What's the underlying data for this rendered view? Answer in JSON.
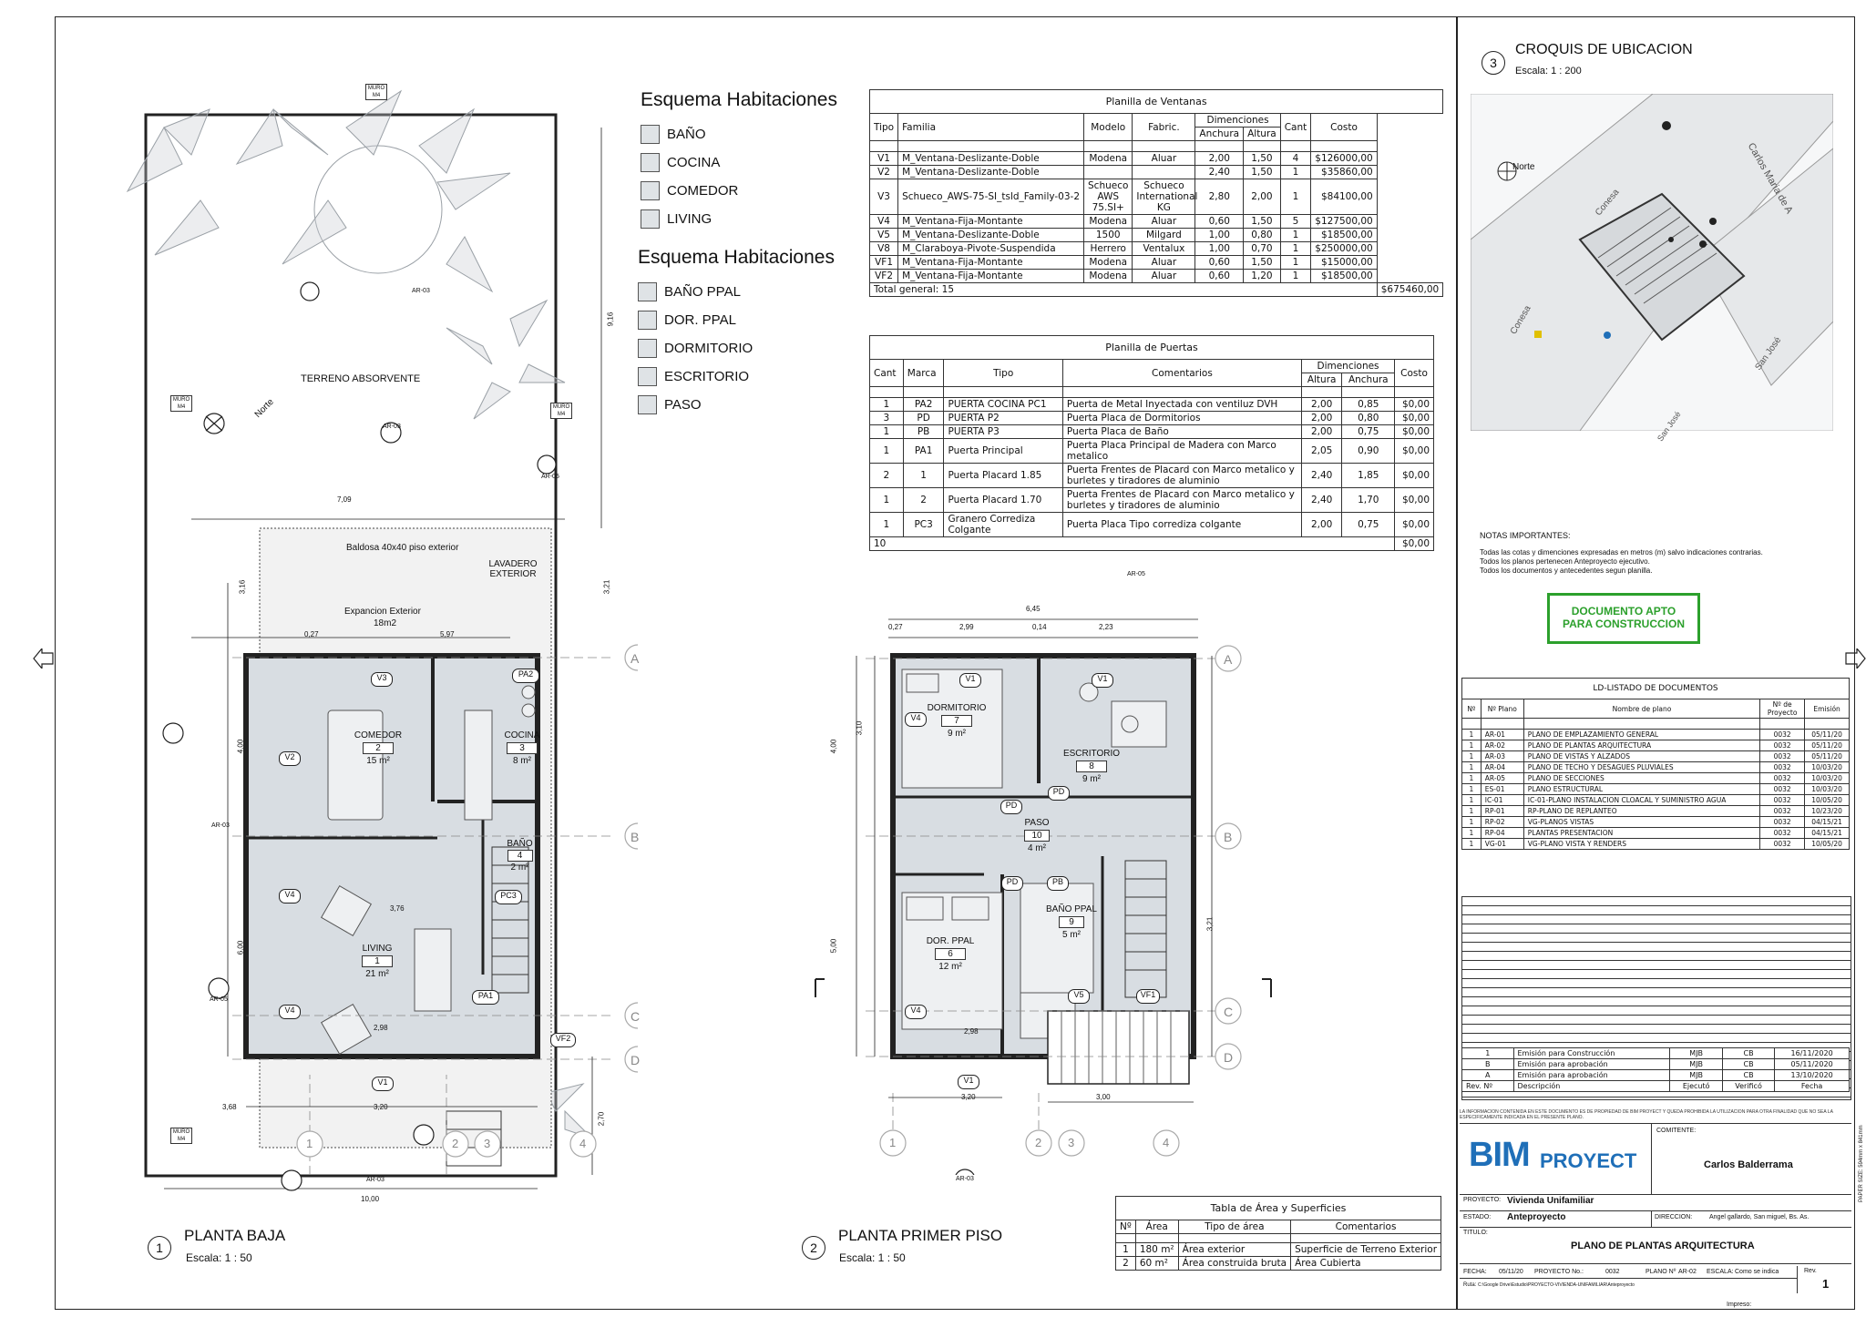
{
  "legend1": {
    "title": "Esquema Habitaciones",
    "items": [
      "BAÑO",
      "COCINA",
      "COMEDOR",
      "LIVING"
    ]
  },
  "legend2": {
    "title": "Esquema Habitaciones",
    "items": [
      "BAÑO PPAL",
      "DOR. PPAL",
      "DORMITORIO",
      "ESCRITORIO",
      "PASO"
    ]
  },
  "windows_schedule": {
    "title": "Planilla de Ventanas",
    "headers": [
      "Tipo",
      "Familia",
      "Modelo",
      "Fabric.",
      "Dimenciones",
      "Anchura",
      "Altura",
      "Cant",
      "Costo"
    ],
    "rows": [
      [
        "V1",
        "M_Ventana-Deslizante-Doble",
        "Modena",
        "Aluar",
        "2,00",
        "1,50",
        "4",
        "$126000,00"
      ],
      [
        "V2",
        "M_Ventana-Deslizante-Doble",
        "",
        "",
        "2,40",
        "1,50",
        "1",
        "$35860,00"
      ],
      [
        "V3",
        "Schueco_AWS-75-SI_tsld_Family-03-2",
        "Schueco AWS 75.SI+",
        "Schueco International KG",
        "2,80",
        "2,00",
        "1",
        "$84100,00"
      ],
      [
        "V4",
        "M_Ventana-Fija-Montante",
        "Modena",
        "Aluar",
        "0,60",
        "1,50",
        "5",
        "$127500,00"
      ],
      [
        "V5",
        "M_Ventana-Deslizante-Doble",
        "1500",
        "Milgard",
        "1,00",
        "0,80",
        "1",
        "$18500,00"
      ],
      [
        "V8",
        "M_Claraboya-Pivote-Suspendida",
        "Herrero",
        "Ventalux",
        "1,00",
        "0,70",
        "1",
        "$250000,00"
      ],
      [
        "VF1",
        "M_Ventana-Fija-Montante",
        "Modena",
        "Aluar",
        "0,60",
        "1,50",
        "1",
        "$15000,00"
      ],
      [
        "VF2",
        "M_Ventana-Fija-Montante",
        "Modena",
        "Aluar",
        "0,60",
        "1,20",
        "1",
        "$18500,00"
      ]
    ],
    "total_label": "Total general: 15",
    "total_value": "$675460,00"
  },
  "doors_schedule": {
    "title": "Planilla de Puertas",
    "headers": [
      "Cant",
      "Marca",
      "Tipo",
      "Comentarios",
      "Dimenciones",
      "Altura",
      "Anchura",
      "Costo"
    ],
    "rows": [
      [
        "1",
        "PA2",
        "PUERTA COCINA PC1",
        "Puerta de Metal Inyectada con ventiluz DVH",
        "2,00",
        "0,85",
        "$0,00"
      ],
      [
        "3",
        "PD",
        "PUERTA P2",
        "Puerta Placa de Dormitorios",
        "2,00",
        "0,80",
        "$0,00"
      ],
      [
        "1",
        "PB",
        "PUERTA P3",
        "Puerta Placa de Baño",
        "2,00",
        "0,75",
        "$0,00"
      ],
      [
        "1",
        "PA1",
        "Puerta Principal",
        "Puerta Placa Principal de Madera con Marco metalico",
        "2,05",
        "0,90",
        "$0,00"
      ],
      [
        "2",
        "1",
        "Puerta Placard 1.85",
        "Puerta Frentes de Placard con Marco metalico y burletes y tiradores de aluminio",
        "2,40",
        "1,85",
        "$0,00"
      ],
      [
        "1",
        "2",
        "Puerta Placard 1.70",
        "Puerta Frentes de Placard con Marco metalico y burletes y tiradores de aluminio",
        "2,40",
        "1,70",
        "$0,00"
      ],
      [
        "1",
        "PC3",
        "Granero Corrediza Colgante",
        "Puerta Placa Tipo corrediza colgante",
        "2,00",
        "0,75",
        "$0,00"
      ]
    ],
    "total_label": "10",
    "total_value": "$0,00"
  },
  "area_table": {
    "title": "Tabla de Área y Superficies",
    "headers": [
      "Nº",
      "Área",
      "Tipo de área",
      "Comentarios"
    ],
    "rows": [
      [
        "1",
        "180 m²",
        "Área exterior",
        "Superficie de Terreno Exterior"
      ],
      [
        "2",
        "60 m²",
        "Área construida bruta",
        "Área Cubierta"
      ]
    ]
  },
  "plan1": {
    "number": "1",
    "title": "PLANTA BAJA",
    "scale": "Escala:  1 : 50",
    "terrain": "TERRENO ABSORVENTE",
    "north": "Norte",
    "baldosa": "Baldosa 40x40 piso exterior",
    "lavadero": "LAVADERO EXTERIOR",
    "expansion": "Expancion Exterior",
    "expansion_area": "18m2",
    "rooms": [
      {
        "name": "COMEDOR",
        "num": "2",
        "area": "15 m²"
      },
      {
        "name": "COCINA",
        "num": "3",
        "area": "8 m²"
      },
      {
        "name": "BAÑO",
        "num": "4",
        "area": "2 m²"
      },
      {
        "name": "LIVING",
        "num": "1",
        "area": "21 m²"
      }
    ],
    "tags": [
      "V3",
      "PA2",
      "V2",
      "V4",
      "V4",
      "PC3",
      "PA1",
      "VF2",
      "V1"
    ],
    "dims": [
      "7,09",
      "9,16",
      "3,16",
      "3,21",
      "5,97",
      "0,27",
      "3,76",
      "2,98",
      "3,20",
      "3,68",
      "10,00",
      "4,00",
      "6,00",
      "2,70"
    ]
  },
  "plan2": {
    "number": "2",
    "title": "PLANTA PRIMER PISO",
    "scale": "Escala:  1 : 50",
    "rooms": [
      {
        "name": "DORMITORIO",
        "num": "7",
        "area": "9 m²"
      },
      {
        "name": "ESCRITORIO",
        "num": "8",
        "area": "9 m²"
      },
      {
        "name": "PASO",
        "num": "10",
        "area": "4 m²"
      },
      {
        "name": "DOR. PPAL",
        "num": "6",
        "area": "12 m²"
      },
      {
        "name": "BAÑO PPAL",
        "num": "9",
        "area": "5 m²"
      }
    ],
    "tags": [
      "V1",
      "V1",
      "V4",
      "PD",
      "PD",
      "PD",
      "PB",
      "V4",
      "V5",
      "VF1",
      "V1"
    ],
    "dims": [
      "6,45",
      "2,99",
      "0,14",
      "2,23",
      "0,27",
      "3,10",
      "4,00",
      "5,00",
      "2,98",
      "3,20",
      "3,00",
      "3,21"
    ]
  },
  "grid_labels": {
    "rows": [
      "A",
      "B",
      "C",
      "D"
    ],
    "cols": [
      "1",
      "2",
      "3",
      "4"
    ]
  },
  "ref_tags": {
    "ar03": "AR-03",
    "ar05": "AR-05",
    "muro": "MURO",
    "m4": "M4"
  },
  "location": {
    "number": "3",
    "title": "CROQUIS DE UBICACION",
    "scale": "Escala:  1 : 200",
    "north": "Norte",
    "streets": [
      "Carlos Maria de A",
      "Conesa",
      "Conesa",
      "San José",
      "San José"
    ]
  },
  "notes": {
    "title": "NOTAS IMPORTANTES:",
    "lines": [
      "Todas las cotas y dimenciones expresadas en metros (m) salvo indicaciones contrarias.",
      "Todos los planos pertenecen Anteproyecto ejecutivo.",
      "Todos los documentos y antecedentes segun planilla."
    ]
  },
  "stamp": {
    "line1": "DOCUMENTO APTO",
    "line2": "PARA CONSTRUCCION",
    "color": "#2ca02c"
  },
  "doc_list": {
    "title": "LD-LISTADO DE DOCUMENTOS",
    "headers": [
      "Nº",
      "Nº Plano",
      "Nombre de plano",
      "Nº de Proyecto",
      "Emisión"
    ],
    "rows": [
      [
        "1",
        "AR-01",
        "PLANO DE EMPLAZAMIENTO GENERAL",
        "0032",
        "05/11/20"
      ],
      [
        "1",
        "AR-02",
        "PLANO DE PLANTAS ARQUITECTURA",
        "0032",
        "05/11/20"
      ],
      [
        "1",
        "AR-03",
        "PLANO DE VISTAS Y ALZADOS",
        "0032",
        "05/11/20"
      ],
      [
        "1",
        "AR-04",
        "PLANO DE TECHO Y DESAGUES PLUVIALES",
        "0032",
        "10/03/20"
      ],
      [
        "1",
        "AR-05",
        "PLANO DE SECCIONES",
        "0032",
        "10/03/20"
      ],
      [
        "1",
        "ES-01",
        "PLANO ESTRUCTURAL",
        "0032",
        "10/03/20"
      ],
      [
        "1",
        "IC-01",
        "IC-01-PLANO INSTALACION CLOACAL Y SUMINISTRO AGUA",
        "0032",
        "10/05/20"
      ],
      [
        "1",
        "RP-01",
        "RP-PLANO DE REPLANTEO",
        "0032",
        "10/23/20"
      ],
      [
        "1",
        "RP-02",
        "VG-PLANOS VISTAS",
        "0032",
        "04/15/21"
      ],
      [
        "1",
        "RP-04",
        "PLANTAS PRESENTACION",
        "0032",
        "04/15/21"
      ],
      [
        "1",
        "VG-01",
        "VG-PLANO VISTA Y RENDERS",
        "0032",
        "10/05/20"
      ]
    ]
  },
  "revisions": {
    "rows": [
      [
        "1",
        "Emisión para Construcción",
        "MJB",
        "CB",
        "16/11/2020"
      ],
      [
        "B",
        "Emisión para aprobación",
        "MJB",
        "CB",
        "05/11/2020"
      ],
      [
        "A",
        "Emisión para aprobación",
        "MJB",
        "CB",
        "13/10/2020"
      ]
    ],
    "headers": [
      "Rev. Nº",
      "Descripción",
      "Ejecutó",
      "Verificó",
      "Fecha"
    ]
  },
  "title_block": {
    "disclaimer": "LA INFORMACION CONTENIDA EN ESTE DOCUMENTO ES DE PROPIEDAD DE BIM PROYECT Y QUEDA PROHIBIDA LA UTILIZACION PARA OTRA FINALIDAD QUE NO SEA LA ESPECIFICAMENTE INDICADA EN EL PRESENTE PLANO.",
    "logo_bim": "BIM",
    "logo_proyect": "PROYECT",
    "client_label": "COMITENTE:",
    "client": "Carlos Balderrama",
    "project_label": "PROYECTO:",
    "project": "Vivienda Unifamiliar",
    "status_label": "ESTADO:",
    "status": "Anteproyecto",
    "address_label": "DIRECCION:",
    "address": "Angel gallardo, San miguel, Bs. As.",
    "title_label": "TITULO:",
    "title": "PLANO DE PLANTAS ARQUITECTURA",
    "fecha_label": "FECHA:",
    "fecha": "05/11/20",
    "proyecto_no_label": "PROYECTO No.:",
    "proyecto_no": "0032",
    "plano_label": "PLANO Nº",
    "plano": "AR-02",
    "escala_label": "ESCALA:",
    "escala": "Como se indica",
    "rev_label": "Rev.",
    "rev": "1",
    "ruta_label": "Ruta:",
    "ruta": "C:\\Google Drive\\Estudio\\PROYECTO-VIVIENDA-UNIFAMILIAR\\Anteproyecto",
    "impreso_label": "Impreso:",
    "paper_size": "PAPER SIZE: 594mm x 841mm",
    "brand_color": "#1f6fb8"
  }
}
